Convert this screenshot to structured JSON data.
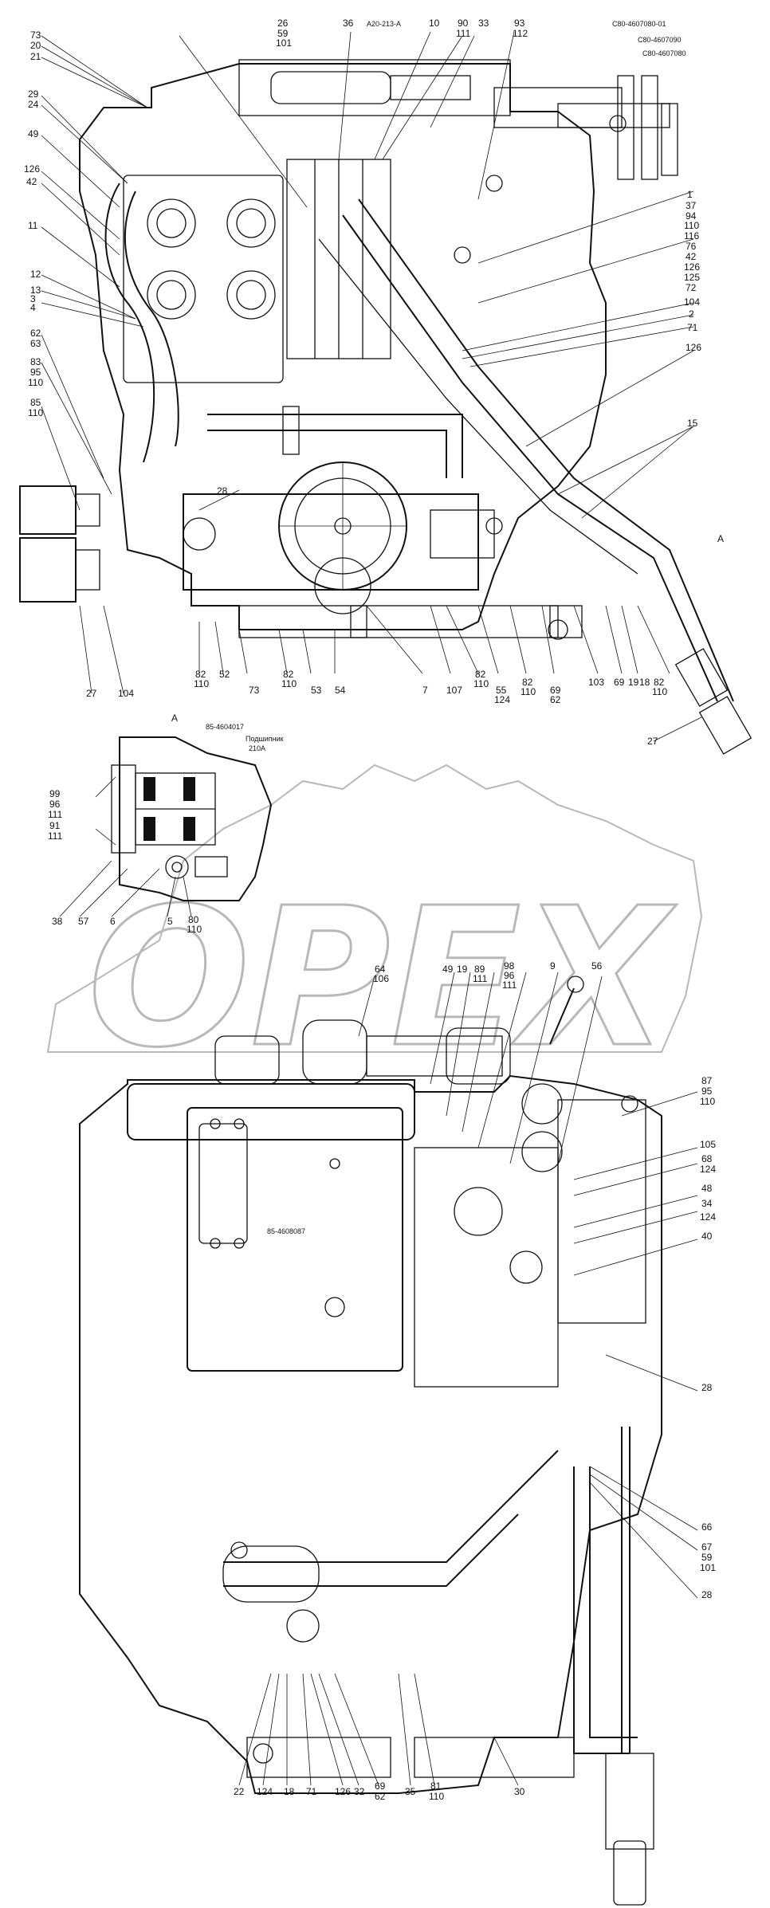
{
  "watermark": {
    "text": "OPEX"
  },
  "corner_mark": "",
  "section_label": "A",
  "view_a": {
    "ref": "85-4604017",
    "bearing_label": "Подшипник",
    "bearing_code": "210А"
  },
  "codes": {
    "a20": "А20-213-А",
    "c80_1": "С80-4607080-01",
    "c80_2": "С80-4607090",
    "c80_3": "С80-4607080",
    "plate": "85-4608087"
  },
  "callouts_top": {
    "c73": "73",
    "c20": "20",
    "c21": "21",
    "c29": "29",
    "c24": "24",
    "c49": "49",
    "c126a": "126",
    "c42": "42",
    "c11": "11",
    "c12": "12",
    "c13": "13",
    "c3": "3",
    "c4": "4",
    "c62": "62",
    "c63": "63",
    "c83": "83",
    "c95": "95",
    "c110a": "110",
    "c85": "85",
    "c110b": "110",
    "c26": "26",
    "c59": "59",
    "c101": "101",
    "c36": "36",
    "c10": "10",
    "c90": "90",
    "c111a": "111",
    "c33": "33",
    "c93": "93",
    "c112": "112",
    "c1": "1",
    "c37": "37",
    "c94": "94",
    "c110c": "110",
    "c116": "116",
    "c76": "76",
    "c42b": "42",
    "c126b": "126",
    "c125": "125",
    "c72": "72",
    "c104a": "104",
    "c2": "2",
    "c71": "71",
    "c126c": "126",
    "c15": "15",
    "c28": "28",
    "c27a": "27",
    "c104b": "104",
    "c82a": "82",
    "c110d": "110",
    "c52": "52",
    "c73b": "73",
    "c82b": "82",
    "c110e": "110",
    "c53": "53",
    "c54": "54",
    "c7": "7",
    "c107": "107",
    "c82c": "82",
    "c110f": "110",
    "c55": "55",
    "c124a": "124",
    "c82d": "82",
    "c110g": "110",
    "c69a": "69",
    "c62b": "62",
    "c103": "103",
    "c69b": "69",
    "c19a": "19",
    "c18": "18",
    "c82e": "82",
    "c110h": "110",
    "c27b": "27"
  },
  "callouts_view_a": {
    "c99": "99",
    "c96": "96",
    "c111": "111",
    "c91": "91",
    "c111b": "111",
    "c38": "38",
    "c57": "57",
    "c6": "6",
    "c5": "5",
    "c80": "80",
    "c110": "110"
  },
  "callouts_bottom": {
    "c64": "64",
    "c106": "106",
    "c49": "49",
    "c19": "19",
    "c89": "89",
    "c111a": "111",
    "c98": "98",
    "c96": "96",
    "c111b": "111",
    "c9": "9",
    "c56": "56",
    "c87": "87",
    "c95": "95",
    "c110a": "110",
    "c105": "105",
    "c68": "68",
    "c124a": "124",
    "c48": "48",
    "c34": "34",
    "c124b": "124",
    "c40": "40",
    "c28a": "28",
    "c66": "66",
    "c67": "67",
    "c59": "59",
    "c101": "101",
    "c28b": "28",
    "c22": "22",
    "c124c": "124",
    "c18": "18",
    "c71": "71",
    "c126": "126",
    "c32": "32",
    "c69": "69",
    "c62": "62",
    "c35": "35",
    "c81": "81",
    "c110b": "110",
    "c30": "30"
  }
}
